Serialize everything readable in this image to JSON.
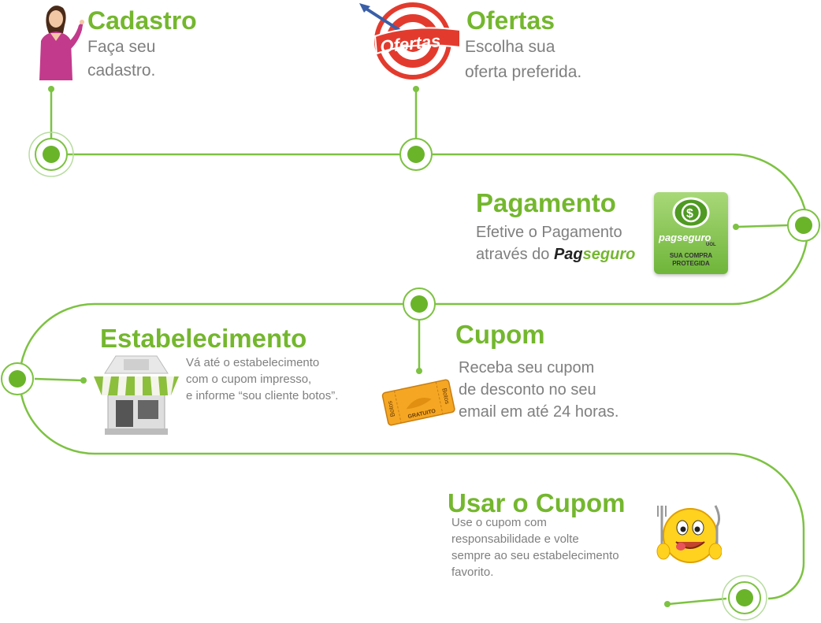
{
  "steps": {
    "cadastro": {
      "title": "Cadastro",
      "line1": "Faça seu",
      "line2": "cadastro."
    },
    "ofertas": {
      "title": "Ofertas",
      "line1": "Escolha sua",
      "line2": "oferta preferida.",
      "badge": "Ofertas"
    },
    "pagamento": {
      "title": "Pagamento",
      "line1": "Efetive o Pagamento",
      "line2_prefix": "através do ",
      "brand_a": "Pag",
      "brand_b": "seguro",
      "logo_text": "pagseguro",
      "logo_uol": "UOL",
      "logo_l1": "SUA COMPRA",
      "logo_l2": "PROTEGIDA"
    },
    "estabelecimento": {
      "title": "Estabelecimento",
      "line1": "Vá até o estabelecimento",
      "line2": "com o cupom impresso,",
      "line3": "e informe “sou cliente botos”."
    },
    "cupom": {
      "title": "Cupom",
      "line1": "Receba seu cupom",
      "line2": "de desconto no seu",
      "line3": "email em até 24 horas.",
      "ticket_l": "Botos",
      "ticket_r": "Botos",
      "ticket_c": "GRATUITO"
    },
    "usar": {
      "title": "Usar o Cupom",
      "line1": "Use o cupom com",
      "line2": "responsabilidade e volte",
      "line3": "sempre ao seu estabelecimento",
      "line4": "favorito."
    }
  },
  "colors": {
    "green": "#74b72e",
    "grey_text": "#7f7f7f"
  },
  "icons": [
    "woman-icon",
    "target-icon",
    "pagseguro-logo",
    "store-icon",
    "ticket-icon",
    "smiley-icon"
  ]
}
